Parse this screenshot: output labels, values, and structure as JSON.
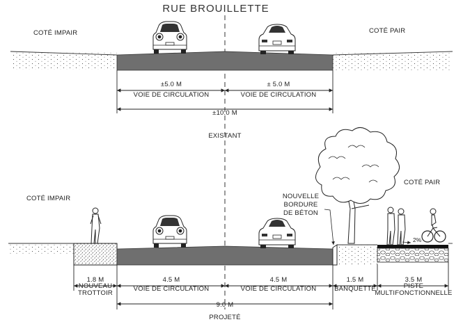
{
  "title": "RUE BROUILLETTE",
  "existing": {
    "side_left": "COTÉ IMPAIR",
    "side_right": "COTÉ PAIR",
    "lane_left_width": "±5.0 M",
    "lane_left_label": "VOIE DE CIRCULATION",
    "lane_right_width": "± 5.0 M",
    "lane_right_label": "VOIE DE CIRCULATION",
    "total_width": "±10.0 M",
    "caption": "EXISTANT"
  },
  "projected": {
    "side_left": "COTÉ IMPAIR",
    "side_right": "COTÉ PAIR",
    "curb_note_1": "NOUVELLE",
    "curb_note_2": "BORDURE",
    "curb_note_3": "DE BÉTON",
    "sidewalk_width": "1.8 M",
    "sidewalk_label_1": "NOUVEAU",
    "sidewalk_label_2": "TROTTOIR",
    "lane_left_width": "4.5 M",
    "lane_left_label": "VOIE DE CIRCULATION",
    "lane_right_width": "4.5 M",
    "lane_right_label": "VOIE DE CIRCULATION",
    "banquette_width": "1.5 M",
    "banquette_label": "BANQUETTE",
    "path_width": "3.5 M",
    "path_label_1": "PISTE",
    "path_label_2": "MULTIFONCTIONNELLE",
    "slope": "2%",
    "total_width": "9.0 M",
    "caption": "PROJETÉ"
  },
  "colors": {
    "asphalt": "#6f6f6f",
    "ink": "#222222"
  }
}
